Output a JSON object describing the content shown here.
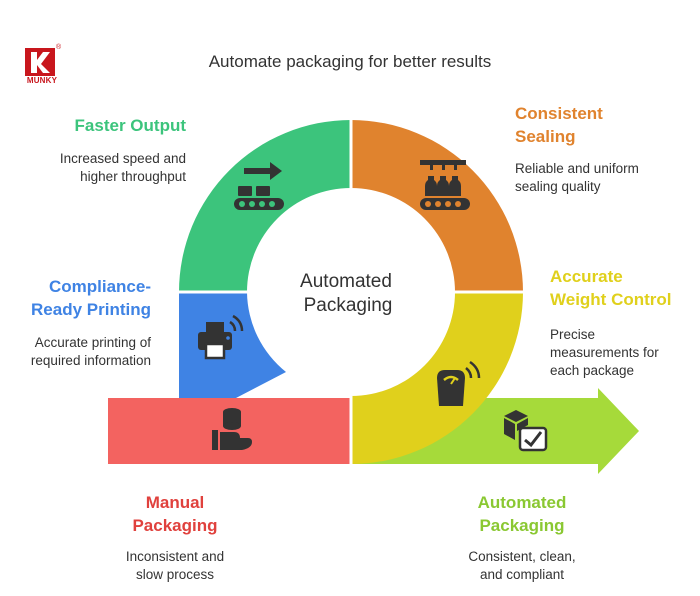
{
  "title": "Automate packaging for better results",
  "logo": {
    "text": "MUNKY",
    "color": "#c8161d"
  },
  "center_label": {
    "line1": "Automated",
    "line2": "Packaging"
  },
  "segments": [
    {
      "id": "faster-output",
      "heading_lines": [
        "Faster Output"
      ],
      "desc_lines": [
        "Increased speed and",
        "higher throughput"
      ],
      "color": "#3cc47c",
      "icon": "conveyor-arrow-icon"
    },
    {
      "id": "consistent-sealing",
      "heading_lines": [
        "Consistent",
        "Sealing"
      ],
      "desc_lines": [
        "Reliable and uniform",
        "sealing quality"
      ],
      "color": "#e0832e",
      "icon": "bottling-line-icon"
    },
    {
      "id": "accurate-weight",
      "heading_lines": [
        "Accurate",
        "Weight Control"
      ],
      "desc_lines": [
        "Precise",
        "measurements for",
        "each package"
      ],
      "color": "#e0d01c",
      "icon": "weighing-scale-icon"
    },
    {
      "id": "compliance-printing",
      "heading_lines": [
        "Compliance-",
        "Ready Printing"
      ],
      "desc_lines": [
        "Accurate printing of",
        "required information"
      ],
      "color": "#3f83e4",
      "icon": "wireless-printer-icon"
    }
  ],
  "start": {
    "heading_lines": [
      "Manual",
      "Packaging"
    ],
    "desc_lines": [
      "Inconsistent and",
      "slow process"
    ],
    "color": "#f36360",
    "heading_color": "#e0413d",
    "icon": "hand-with-coins-icon"
  },
  "end": {
    "heading_lines": [
      "Automated",
      "Packaging"
    ],
    "desc_lines": [
      "Consistent, clean,",
      "and compliant"
    ],
    "color": "#a6da3a",
    "heading_color": "#8ac832",
    "icon": "box-checkmark-icon"
  }
}
